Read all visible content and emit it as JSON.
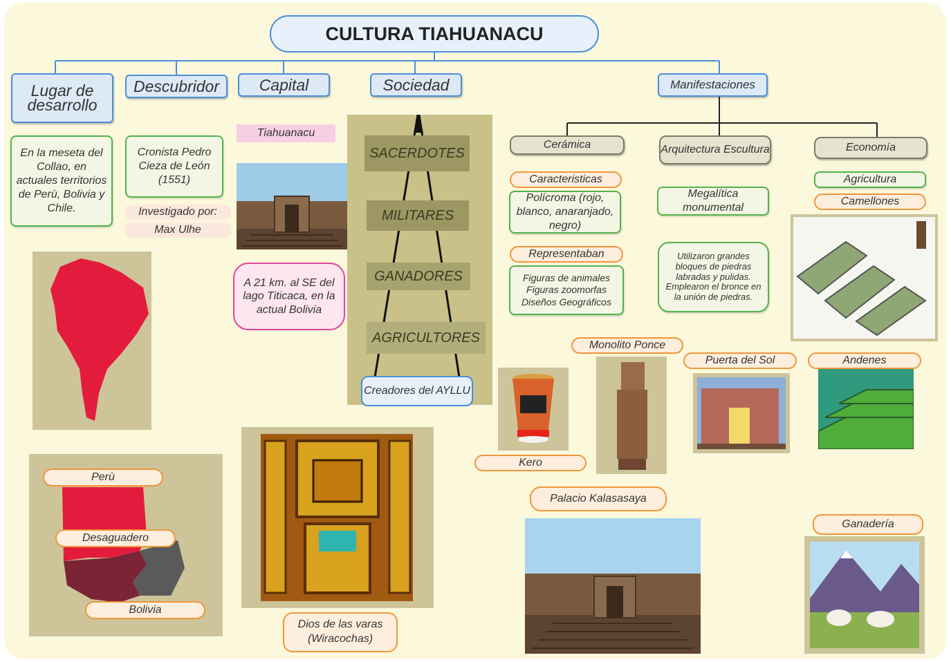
{
  "title": "CULTURA TIAHUANACU",
  "categories": {
    "lugar": "Lugar de desarrollo",
    "descubridor": "Descubridor",
    "capital": "Capital",
    "sociedad": "Sociedad",
    "manifestaciones": "Manifestaciones"
  },
  "lugar": {
    "text": "En la meseta del Collao, en actuales territorios de Perù, Bolivia y Chile.",
    "map_labels": {
      "peru": "Perù",
      "desaguadero": "Desaguadero",
      "bolivia": "Bolivia"
    }
  },
  "descubridor": {
    "cronista": "Cronista Pedro Cieza de León (1551)",
    "investigado_label": "Investigado por:",
    "investigado_name": "Max Ulhe"
  },
  "capital": {
    "name": "Tiahuanacu",
    "location": "A 21 km. al SE del lago Titicaca, en la actual Bolivia"
  },
  "sociedad": {
    "tiers": [
      "SACERDOTES",
      "MILITARES",
      "GANADORES",
      "AGRICULTORES"
    ],
    "base": "Creadores del AYLLU"
  },
  "dios": "Dios de las varas (Wiracochas)",
  "manifestaciones": {
    "ceramica": {
      "title": "Cerámica",
      "caracteristicas_label": "Caracteristicas",
      "caracteristicas": "Polícroma (rojo, blanco, anaranjado, negro)",
      "representaban_label": "Representaban",
      "representaban": "Figuras de animales Figuras zoomorfas Diseños Geográficos",
      "kero": "Kero"
    },
    "arquitectura": {
      "title": "Arquitectura Escultura",
      "megalitica": "Megalítica monumental",
      "detalle": "Utilizaron grandes bloques de piedras labradas y pulidas. Emplearon el bronce en la unión de piedras.",
      "monolito": "Monolito Ponce",
      "puerta": "Puerta del Sol",
      "palacio": "Palacio Kalasasaya"
    },
    "economia": {
      "title": "Economía",
      "agricultura": "Agricultura",
      "camellones": "Camellones",
      "andenes": "Andenes",
      "ganaderia": "Ganadería"
    }
  },
  "colors": {
    "blue_border": "#4a8fd6",
    "green_border": "#52b24b",
    "orange_border": "#f0963a",
    "gray_border": "#7d7b66",
    "magenta_border": "#e0449a",
    "board": "#fbf8dc",
    "map_red": "#e31b3c"
  }
}
